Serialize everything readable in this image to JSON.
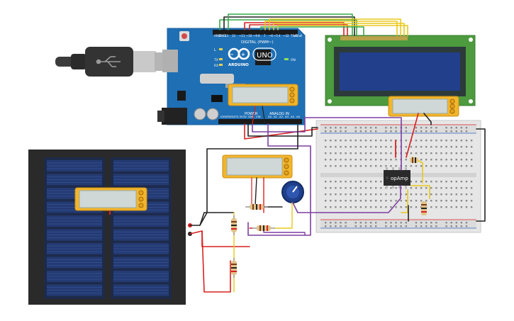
{
  "arduino": {
    "logo": "ARDUINO",
    "model": "UNO",
    "aref": "AREF",
    "gnd": "GND",
    "digital": "DIGITAL (PWM~)",
    "power": "POWER",
    "analog": "ANALOG IN",
    "led_l": "L",
    "led_tx": "TX",
    "led_rx": "RX",
    "led_on": "ON",
    "pin13": "13",
    "pin12": "12",
    "pin11": "~11",
    "pin10": "~10",
    "pin9": "~9",
    "pin8": "8",
    "pin7": "7",
    "pin6": "~6",
    "pin5": "~5",
    "pin4": "4",
    "pin3": "~3",
    "pin2": "2",
    "tx1": "TX▸1",
    "rx0": "RX◂0",
    "vin": "VIN",
    "gnd2": "GND",
    "v5": "5V",
    "v33": "3.3V",
    "reset": "RESET",
    "ioref": "IOREF",
    "a0": "A0",
    "a1": "A1",
    "a2": "A2",
    "a3": "A3",
    "a4": "A4",
    "a5": "A5"
  },
  "opamp": {
    "label": "opAmp"
  },
  "colors": {
    "board": "#1f6fb4",
    "lcd_pcb": "#4d9a3f",
    "lcd_screen": "#223f8c",
    "breadboard": "#e6e6e6",
    "solar": "#1d2a4a",
    "multimeter": "#f2b52b",
    "wire_red": "#d92020",
    "wire_black": "#222222",
    "wire_yellow": "#e9c81a",
    "wire_green": "#38a84b",
    "wire_purple": "#7d3fa0"
  }
}
